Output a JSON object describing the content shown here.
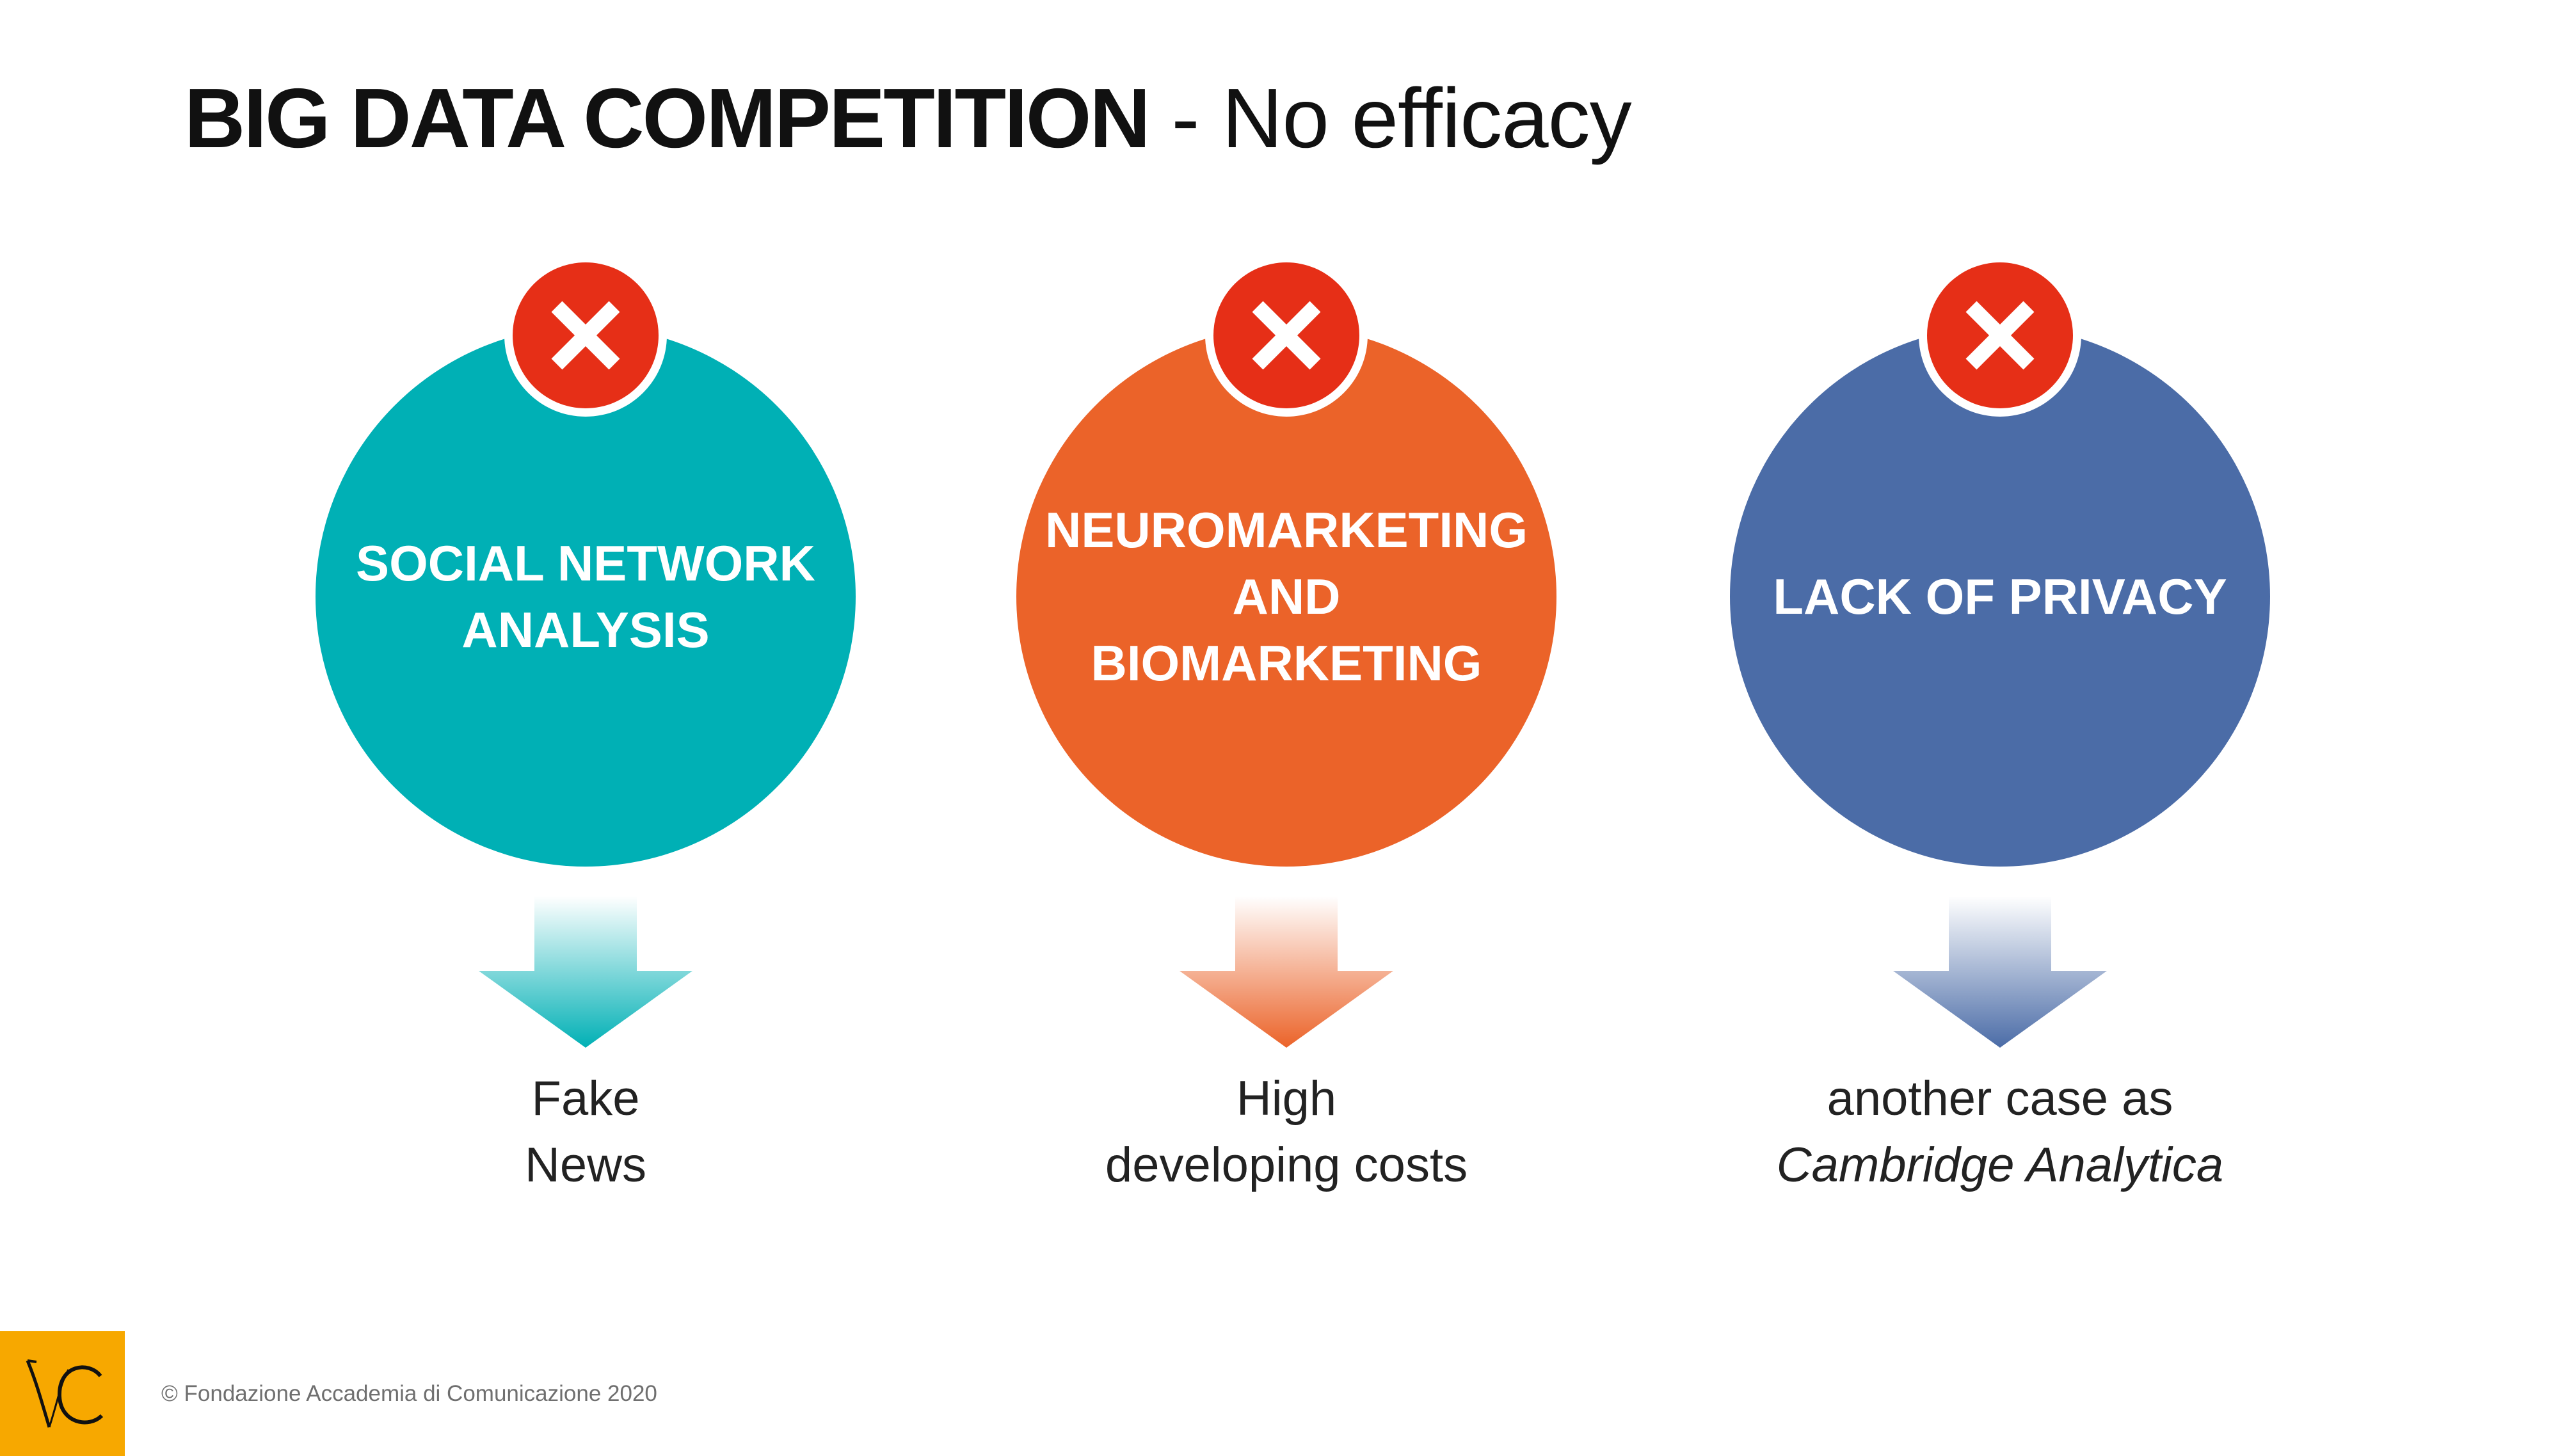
{
  "slide": {
    "title_bold": "BIG DATA COMPETITION",
    "title_rest": " - No efficacy"
  },
  "columns": [
    {
      "label": "SOCIAL NETWORK\nANALYSIS",
      "color": "#00b0b5",
      "status_icon": "cross-icon",
      "caption_lines": [
        "Fake",
        "News"
      ]
    },
    {
      "label": "NEUROMARKETING\nAND\nBIOMARKETING",
      "color": "#eb6329",
      "status_icon": "cross-icon",
      "caption_lines": [
        "High",
        "developing costs"
      ]
    },
    {
      "label": "LACK OF PRIVACY",
      "color": "#4b6ca7",
      "status_icon": "cross-icon",
      "caption_lines": [
        "another case as",
        "Cambridge Analytica"
      ]
    }
  ],
  "footer": {
    "logo": "accademia-comunicazione-logo",
    "copyright": "© Fondazione Accademia di Comunicazione 2020"
  },
  "colors": {
    "cross_badge": "#e62f17",
    "logo_bg": "#f7a800"
  }
}
